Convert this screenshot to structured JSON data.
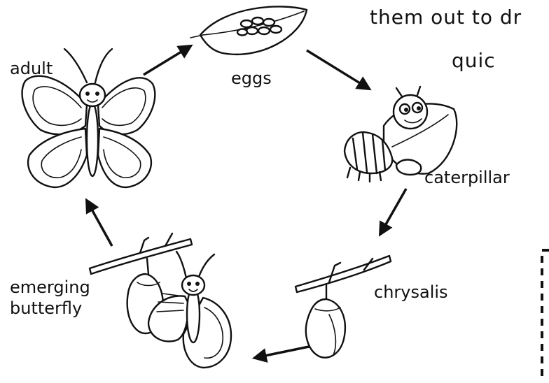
{
  "instruction_text": {
    "line1": "them out to dr",
    "line2": "quic"
  },
  "stages": {
    "adult": "adult",
    "eggs": "eggs",
    "caterpillar": "caterpillar",
    "chrysalis": "chrysalis",
    "emerging_line1": "emerging",
    "emerging_line2": "butterfly"
  },
  "colors": {
    "ink": "#111111",
    "background": "#ffffff"
  }
}
